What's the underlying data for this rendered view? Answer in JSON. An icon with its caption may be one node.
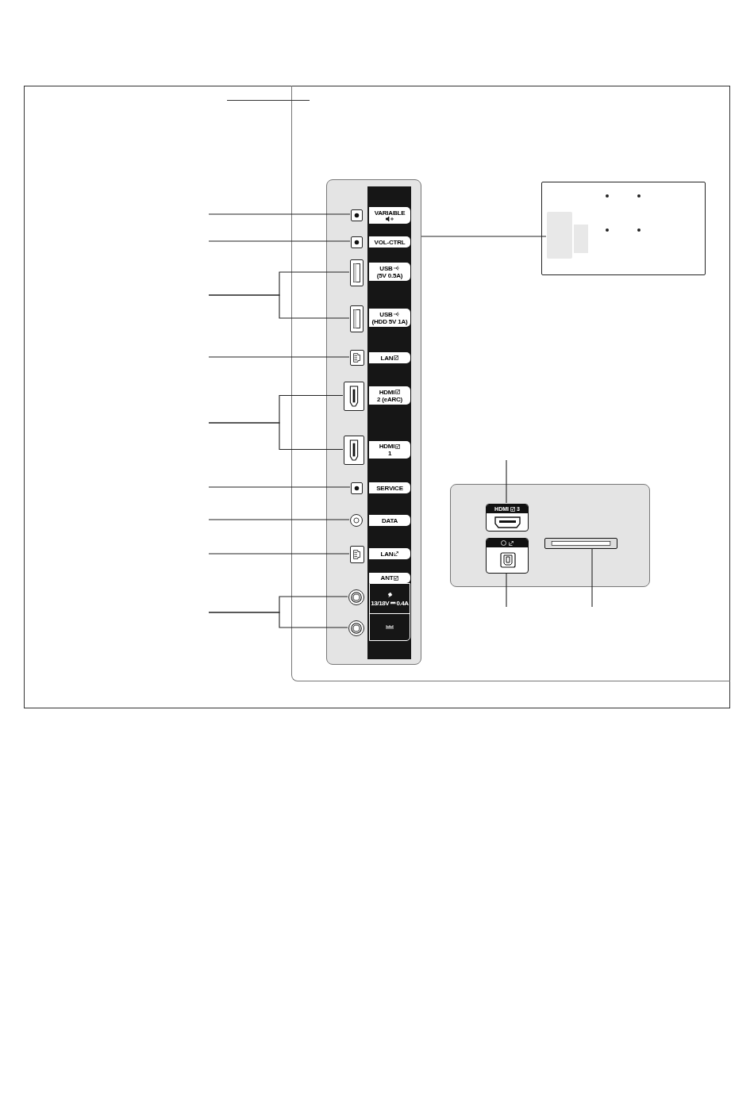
{
  "diagram": {
    "nodes": [
      {
        "text": [],
        "shape": "box"
      },
      {
        "text": [],
        "shape": "box",
        "in": 0
      },
      {
        "text": [],
        "shape": "box",
        "in": 0
      },
      {
        "text": [],
        "shape": "box",
        "in": 0
      },
      {
        "text": [],
        "shape": "box",
        "in": 0
      },
      {
        "text": [],
        "shape": "box",
        "in": 0
      },
      {
        "text": [],
        "shape": "box",
        "in": 0
      },
      {
        "text": [],
        "shape": "box",
        "in": 0
      },
      {
        "text": [],
        "shape": "box",
        "in": 0
      },
      {
        "text": [],
        "shape": "circle",
        "in": 0
      },
      {
        "text": [],
        "shape": "box",
        "in": 0
      },
      {
        "text": [],
        "shape": "circle",
        "in": 0
      },
      {
        "text": [],
        "shape": "circle",
        "in": 0
      },
      {
        "text": [],
        "shape": "box"
      },
      {
        "text": [],
        "shape": "box",
        "in": 13
      },
      {
        "text": [],
        "shape": "box"
      },
      {
        "text": [
          "HDMI",
          "3"
        ],
        "in": 15
      },
      {
        "text": [],
        "shape": "box",
        "in": 15
      },
      {
        "text": [],
        "shape": "bar",
        "in": 15
      }
    ],
    "edges": [
      {
        "from": null,
        "to": 1,
        "arrow": "none"
      },
      {
        "from": null,
        "to": 2,
        "arrow": "none"
      },
      {
        "from": null,
        "to": 3,
        "arrow": "none"
      },
      {
        "from": null,
        "to": 4,
        "arrow": "none"
      },
      {
        "from": null,
        "to": 5,
        "arrow": "none"
      },
      {
        "from": null,
        "to": 6,
        "arrow": "none"
      },
      {
        "from": null,
        "to": 7,
        "arrow": "none"
      },
      {
        "from": null,
        "to": 8,
        "arrow": "none"
      },
      {
        "from": null,
        "to": 9,
        "arrow": "none"
      },
      {
        "from": null,
        "to": 10,
        "arrow": "none"
      },
      {
        "from": null,
        "to": 11,
        "arrow": "none"
      },
      {
        "from": null,
        "to": 12,
        "arrow": "none"
      },
      {
        "from": 0,
        "to": 14,
        "arrow": "none"
      },
      {
        "from": null,
        "to": 16,
        "arrow": "none"
      },
      {
        "from": null,
        "to": 17,
        "arrow": "none"
      },
      {
        "from": null,
        "to": 18,
        "arrow": "none"
      }
    ],
    "labels": [
      "VARIABLE",
      "VOL-CTRL",
      "USB",
      "(5V 0.5A)",
      "USB",
      "(HDD 5V 1A)",
      "LAN",
      "HDMI",
      "2 (eARC)",
      "HDMI",
      "1",
      "SERVICE",
      "DATA",
      "LAN",
      "ANT",
      "13/18V ⎓ 0.4A"
    ]
  }
}
